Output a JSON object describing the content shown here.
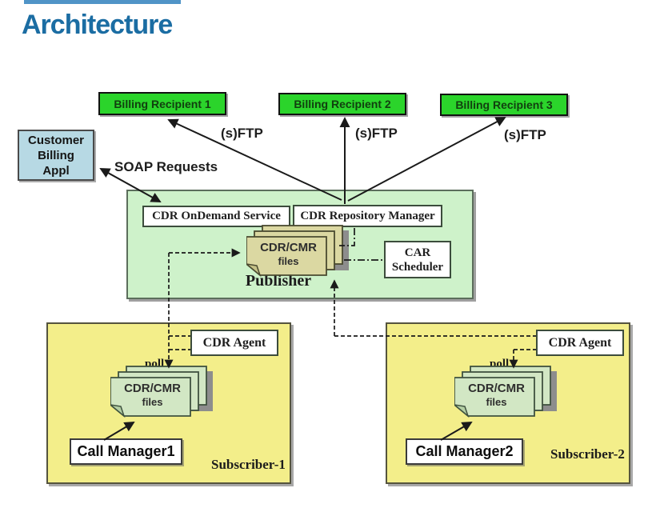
{
  "title": {
    "text": "Architecture"
  },
  "colors": {
    "title_blue": "#1b6da3",
    "accent_bar_blue": "#5094c7",
    "recipient_green": "#2bd42b",
    "customer_blue": "#b7d9e4",
    "publisher_area_green": "#cef2ca",
    "subscriber_area_yellow": "#f3ee8a",
    "publisher_files_tan": "#dbd8a2",
    "subscriber_files_green": "#d2e7c4",
    "connector_black": "#1a1a1a"
  },
  "recipients": [
    {
      "label": "Billing Recipient 1"
    },
    {
      "label": "Billing Recipient 2"
    },
    {
      "label": "Billing Recipient 3"
    }
  ],
  "customer": {
    "line1": "Customer",
    "line2": "Billing",
    "line3": "Appl"
  },
  "connections": {
    "soap": "SOAP Requests",
    "sftp1": "(s)FTP",
    "sftp2": "(s)FTP",
    "sftp3": "(s)FTP"
  },
  "publisher": {
    "ondemand": "CDR OnDemand Service",
    "repository": "CDR Repository Manager",
    "scheduler_line1": "CAR",
    "scheduler_line2": "Scheduler",
    "files_line1": "CDR/CMR",
    "files_line2": "files",
    "label": "Publisher"
  },
  "subscribers": [
    {
      "agent": "CDR Agent",
      "poll": "poll",
      "files_line1": "CDR/CMR",
      "files_line2": "files",
      "manager": "Call Manager1",
      "label": "Subscriber-1"
    },
    {
      "agent": "CDR Agent",
      "poll": "poll",
      "files_line1": "CDR/CMR",
      "files_line2": "files",
      "manager": "Call Manager2",
      "label": "Subscriber-2"
    }
  ]
}
